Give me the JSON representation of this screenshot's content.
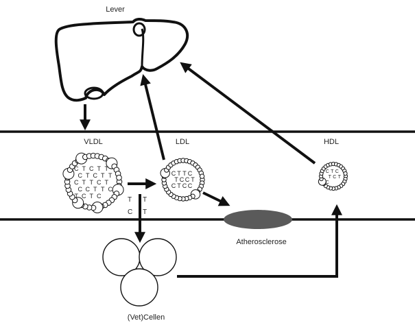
{
  "labels": {
    "liver": "Lever",
    "vldl": "VLDL",
    "ldl": "LDL",
    "hdl": "HDL",
    "atherosclerosis": "Atherosclerose",
    "fat_cells": "(Vet)Cellen"
  },
  "released_letters": [
    "T",
    "T",
    "C",
    "T"
  ],
  "vldl_letters": [
    "C",
    "T",
    "C",
    "T",
    "T",
    "C",
    "T",
    "C",
    "T",
    "T",
    "C",
    "T",
    "T",
    "C",
    "T",
    "C",
    "C",
    "T",
    "T",
    "C",
    "T",
    "C",
    "T",
    "C"
  ],
  "ldl_letters": [
    "C",
    "T",
    "T",
    "C",
    "T",
    "C",
    "C",
    "T",
    "C",
    "T",
    "C",
    "C"
  ],
  "hdl_letters": [
    "C",
    "T",
    "C",
    "T",
    "C",
    "T",
    "C"
  ],
  "colors": {
    "ink": "#111111",
    "plaque": "#5a5a5a"
  }
}
